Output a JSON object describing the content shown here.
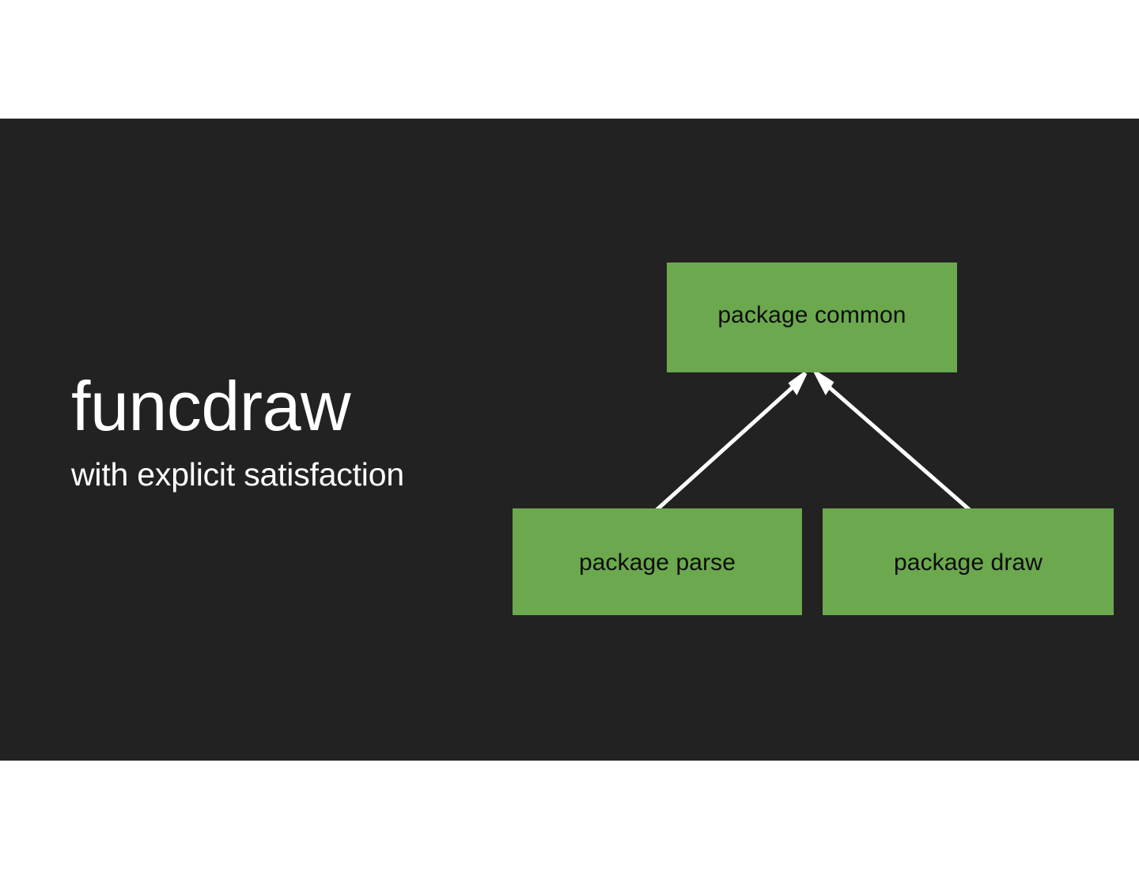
{
  "slide": {
    "background_color": "#222222",
    "page_background_color": "#ffffff",
    "accent_color": "#6BA84E",
    "text_color": "#ffffff",
    "box_text_color": "#0d0d0d",
    "arrow_color": "#ffffff"
  },
  "title": {
    "heading": "funcdraw",
    "subheading": "with explicit satisfaction"
  },
  "diagram": {
    "type": "package-dependency-graph",
    "nodes": [
      {
        "id": "common",
        "label": "package common"
      },
      {
        "id": "parse",
        "label": "package parse"
      },
      {
        "id": "draw",
        "label": "package draw"
      }
    ],
    "edges": [
      {
        "from": "parse",
        "to": "common",
        "style": "arrow"
      },
      {
        "from": "draw",
        "to": "common",
        "style": "arrow"
      }
    ]
  }
}
